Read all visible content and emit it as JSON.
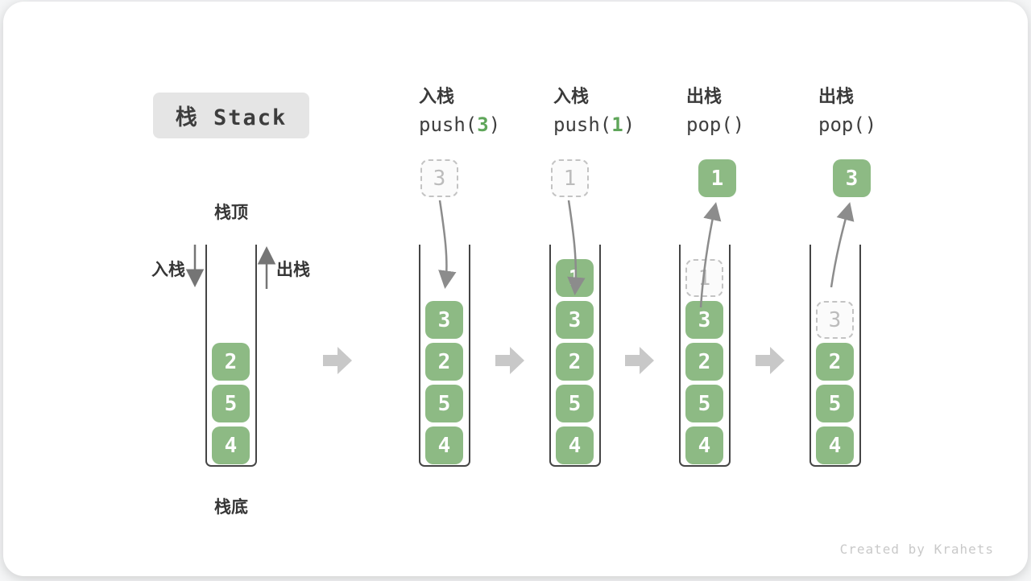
{
  "title": "栈 Stack",
  "labels": {
    "stack_top": "栈顶",
    "stack_bottom": "栈底",
    "push": "入栈",
    "pop": "出栈"
  },
  "operations": [
    {
      "label": "入栈",
      "fn": "push(",
      "arg": "3",
      "close": ")"
    },
    {
      "label": "入栈",
      "fn": "push(",
      "arg": "1",
      "close": ")"
    },
    {
      "label": "出栈",
      "fn": "pop()",
      "arg": "",
      "close": ""
    },
    {
      "label": "出栈",
      "fn": "pop()",
      "arg": "",
      "close": ""
    }
  ],
  "stacks": [
    {
      "name": "state-initial",
      "floating": null,
      "cells": [
        {
          "value": "2",
          "slot": 2,
          "ghost": false
        },
        {
          "value": "5",
          "slot": 3,
          "ghost": false
        },
        {
          "value": "4",
          "slot": 4,
          "ghost": false
        }
      ]
    },
    {
      "name": "state-after-push-3",
      "floating": {
        "value": "3",
        "variant": "dashed"
      },
      "cells": [
        {
          "value": "3",
          "slot": 1,
          "ghost": false
        },
        {
          "value": "2",
          "slot": 2,
          "ghost": false
        },
        {
          "value": "5",
          "slot": 3,
          "ghost": false
        },
        {
          "value": "4",
          "slot": 4,
          "ghost": false
        }
      ]
    },
    {
      "name": "state-after-push-1",
      "floating": {
        "value": "1",
        "variant": "dashed"
      },
      "cells": [
        {
          "value": "1",
          "slot": 0,
          "ghost": false
        },
        {
          "value": "3",
          "slot": 1,
          "ghost": false
        },
        {
          "value": "2",
          "slot": 2,
          "ghost": false
        },
        {
          "value": "5",
          "slot": 3,
          "ghost": false
        },
        {
          "value": "4",
          "slot": 4,
          "ghost": false
        }
      ]
    },
    {
      "name": "state-after-pop-1",
      "floating": {
        "value": "1",
        "variant": "solid"
      },
      "cells": [
        {
          "value": "1",
          "slot": 0,
          "ghost": true
        },
        {
          "value": "3",
          "slot": 1,
          "ghost": false
        },
        {
          "value": "2",
          "slot": 2,
          "ghost": false
        },
        {
          "value": "5",
          "slot": 3,
          "ghost": false
        },
        {
          "value": "4",
          "slot": 4,
          "ghost": false
        }
      ]
    },
    {
      "name": "state-after-pop-3",
      "floating": {
        "value": "3",
        "variant": "solid"
      },
      "cells": [
        {
          "value": "3",
          "slot": 1,
          "ghost": true
        },
        {
          "value": "2",
          "slot": 2,
          "ghost": false
        },
        {
          "value": "5",
          "slot": 3,
          "ghost": false
        },
        {
          "value": "4",
          "slot": 4,
          "ghost": false
        }
      ]
    }
  ],
  "credit": "Created by Krahets",
  "colors": {
    "cell_green": "#8dba84",
    "code_arg_green": "#5fa65a",
    "wall_grey": "#454545",
    "ghost_grey": "#c3c3c3",
    "arrow_grey": "#8c8c8c",
    "step_arrow_grey": "#c8c8c8",
    "title_bg": "#e5e5e5"
  }
}
